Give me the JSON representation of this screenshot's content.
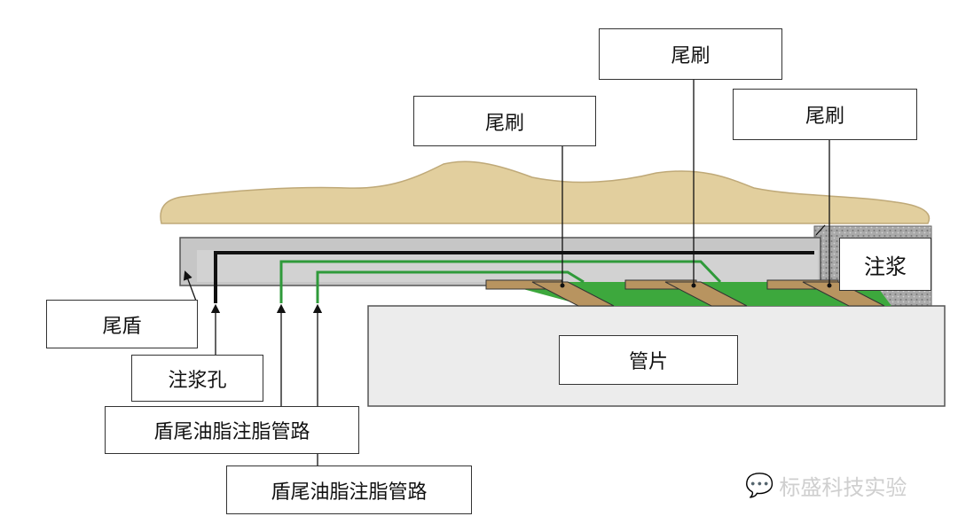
{
  "labels": {
    "brush_1": "尾刷",
    "brush_2": "尾刷",
    "brush_3": "尾刷",
    "grouting": "注浆",
    "tail_shield": "尾盾",
    "grout_hole": "注浆孔",
    "segment": "管片",
    "grease_pipe_1": "盾尾油脂注脂管路",
    "grease_pipe_2": "盾尾油脂注脂管路"
  },
  "watermark": "标盛科技实验",
  "colors": {
    "soil": "#e2cf9e",
    "shield": "#c6c6c6",
    "grease": "#3aa53a",
    "brush": "#b89460",
    "segment": "#ececec"
  }
}
